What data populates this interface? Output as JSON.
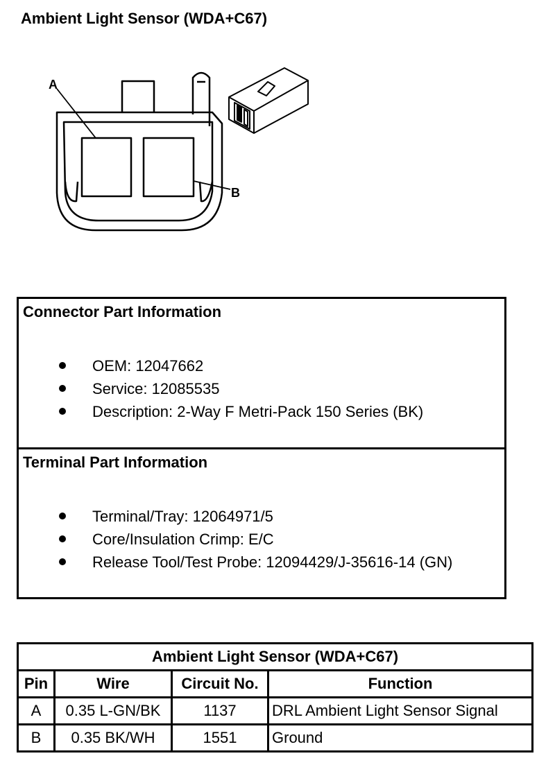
{
  "title": "Ambient Light Sensor (WDA+C67)",
  "diagram": {
    "labels": {
      "a": "A",
      "b": "B"
    }
  },
  "connector_info": {
    "heading": "Connector Part Information",
    "items": [
      "OEM: 12047662",
      "Service: 12085535",
      "Description: 2-Way F Metri-Pack 150 Series (BK)"
    ]
  },
  "terminal_info": {
    "heading": "Terminal Part Information",
    "items": [
      "Terminal/Tray: 12064971/5",
      "Core/Insulation Crimp: E/C",
      "Release Tool/Test Probe: 12094429/J-35616-14 (GN)"
    ]
  },
  "pin_table": {
    "caption": "Ambient Light Sensor (WDA+C67)",
    "headers": [
      "Pin",
      "Wire",
      "Circuit No.",
      "Function"
    ],
    "rows": [
      [
        "A",
        "0.35 L-GN/BK",
        "1137",
        "DRL Ambient Light Sensor Signal"
      ],
      [
        "B",
        "0.35 BK/WH",
        "1551",
        "Ground"
      ]
    ]
  }
}
